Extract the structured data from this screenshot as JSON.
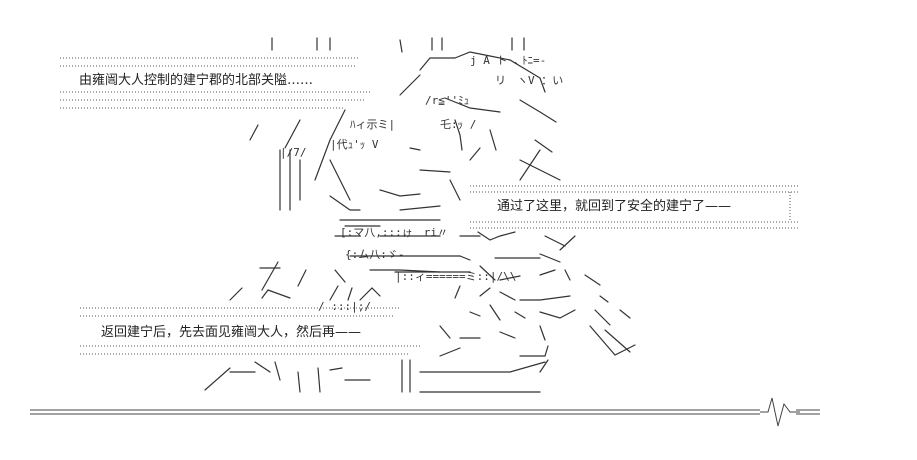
{
  "captions": {
    "first": "由雍闿大人控制的建宁郡的北部关隘……",
    "second": "通过了这里，就回到了安全的建宁了——",
    "third": "返回建宁后，先去面见雍闿大人，然后再——"
  }
}
